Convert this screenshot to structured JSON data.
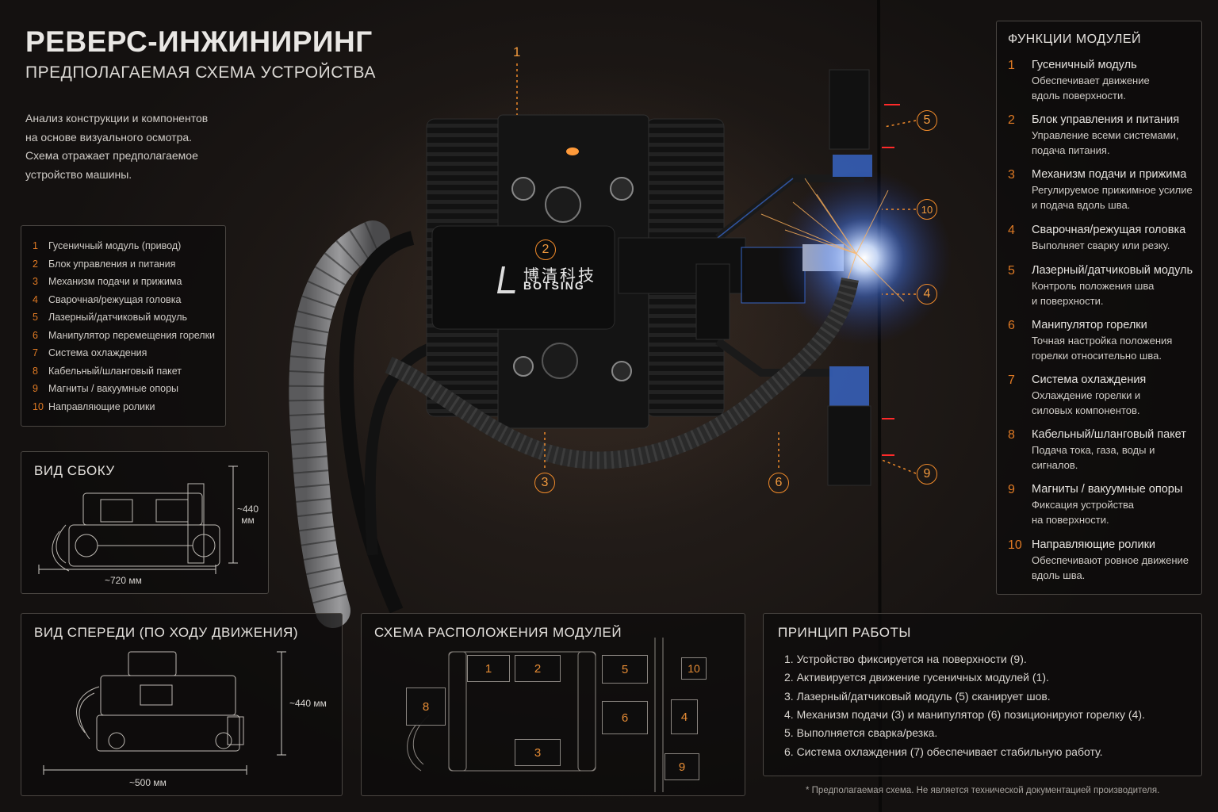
{
  "header": {
    "title": "РЕВЕРС-ИНЖИНИРИНГ",
    "subtitle": "ПРЕДПОЛАГАЕМАЯ СХЕМА УСТРОЙСТВА",
    "intro": [
      "Анализ конструкции и компонентов",
      "на основе визуального осмотра.",
      "Схема отражает предполагаемое",
      "устройство машины."
    ]
  },
  "legend": [
    {
      "num": "1",
      "label": "Гусеничный модуль (привод)"
    },
    {
      "num": "2",
      "label": "Блок управления и питания"
    },
    {
      "num": "3",
      "label": "Механизм подачи и прижима"
    },
    {
      "num": "4",
      "label": "Сварочная/режущая головка"
    },
    {
      "num": "5",
      "label": "Лазерный/датчиковый модуль"
    },
    {
      "num": "6",
      "label": "Манипулятор перемещения горелки"
    },
    {
      "num": "7",
      "label": "Система охлаждения"
    },
    {
      "num": "8",
      "label": "Кабельный/шланговый пакет"
    },
    {
      "num": "9",
      "label": "Магниты / вакуумные опоры"
    },
    {
      "num": "10",
      "label": "Направляющие ролики"
    }
  ],
  "functions": {
    "title": "ФУНКЦИИ МОДУЛЕЙ",
    "items": [
      {
        "num": "1",
        "name": "Гусеничный модуль",
        "desc": [
          "Обеспечивает движение",
          "вдоль поверхности."
        ]
      },
      {
        "num": "2",
        "name": "Блок управления и питания",
        "desc": [
          "Управление всеми системами,",
          "подача питания."
        ]
      },
      {
        "num": "3",
        "name": "Механизм подачи и прижима",
        "desc": [
          "Регулируемое прижимное усилие",
          "и подача вдоль шва."
        ]
      },
      {
        "num": "4",
        "name": "Сварочная/режущая головка",
        "desc": [
          "Выполняет сварку или резку."
        ]
      },
      {
        "num": "5",
        "name": "Лазерный/датчиковый модуль",
        "desc": [
          "Контроль положения шва",
          "и поверхности."
        ]
      },
      {
        "num": "6",
        "name": "Манипулятор горелки",
        "desc": [
          "Точная настройка положения",
          "горелки относительно шва."
        ]
      },
      {
        "num": "7",
        "name": "Система охлаждения",
        "desc": [
          "Охлаждение горелки и",
          "силовых компонентов."
        ]
      },
      {
        "num": "8",
        "name": "Кабельный/шланговый пакет",
        "desc": [
          "Подача тока, газа, воды и",
          "сигналов."
        ]
      },
      {
        "num": "9",
        "name": "Магниты / вакуумные опоры",
        "desc": [
          "Фиксация устройства",
          "на поверхности."
        ]
      },
      {
        "num": "10",
        "name": "Направляющие ролики",
        "desc": [
          "Обеспечивают ровное движение",
          "вдоль шва."
        ]
      }
    ]
  },
  "side_view": {
    "title": "ВИД СБОКУ",
    "height_label": [
      "~440",
      "мм"
    ],
    "width_label": "~720 мм"
  },
  "front_view": {
    "title": "ВИД СПЕРЕДИ (ПО ХОДУ ДВИЖЕНИЯ)",
    "height_label": "~440 мм",
    "width_label": "~500 мм"
  },
  "module_scheme": {
    "title": "СХЕМА РАСПОЛОЖЕНИЯ МОДУЛЕЙ",
    "boxes": [
      "1",
      "2",
      "5",
      "10",
      "8",
      "6",
      "4",
      "3",
      "9"
    ]
  },
  "principle": {
    "title": "ПРИНЦИП РАБОТЫ",
    "steps": [
      "1.  Устройство фиксируется на поверхности (9).",
      "2.  Активируется движение гусеничных модулей (1).",
      "3.  Лазерный/датчиковый модуль (5) сканирует шов.",
      "4.  Механизм подачи (3) и манипулятор (6) позиционируют горелку (4).",
      "5.  Выполняется сварка/резка.",
      "6.  Система охлаждения (7) обеспечивает стабильную работу."
    ]
  },
  "footnote": "* Предполагаемая схема. Не является технической документацией производителя.",
  "robot": {
    "brand_cn": "博清科技",
    "brand_en": "BOTSING",
    "callouts": [
      "1",
      "2",
      "3",
      "4",
      "5",
      "6",
      "9",
      "10"
    ]
  },
  "colors": {
    "accent": "#e07a24",
    "spark": "#6aa8ff",
    "laser": "#ff3030"
  }
}
